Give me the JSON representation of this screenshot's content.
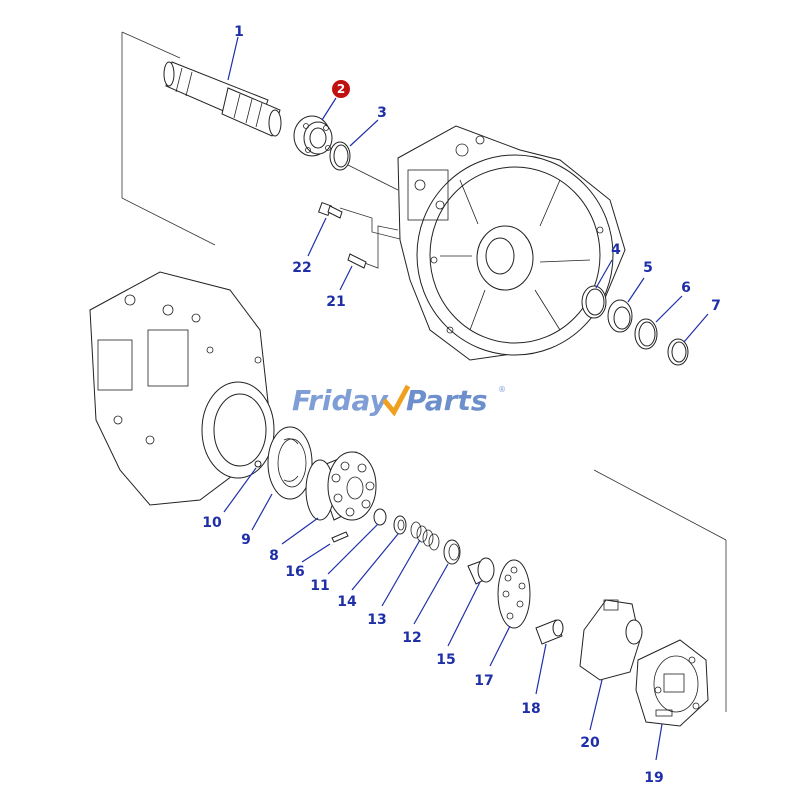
{
  "watermark": {
    "brand_a": "Friday",
    "brand_b": "Parts",
    "registered": "®",
    "accent_color": "#f0a020",
    "text_color": "#7f9ed6"
  },
  "highlight_color": "#c01010",
  "callout_color": "#1f2fa8",
  "callouts": {
    "c1": "1",
    "c2": "2",
    "c3": "3",
    "c4": "4",
    "c5": "5",
    "c6": "6",
    "c7": "7",
    "c8": "8",
    "c9": "9",
    "c10": "10",
    "c11": "11",
    "c12": "12",
    "c13": "13",
    "c14": "14",
    "c15": "15",
    "c16": "16",
    "c17": "17",
    "c18": "18",
    "c19": "19",
    "c20": "20",
    "c21": "21",
    "c22": "22"
  }
}
